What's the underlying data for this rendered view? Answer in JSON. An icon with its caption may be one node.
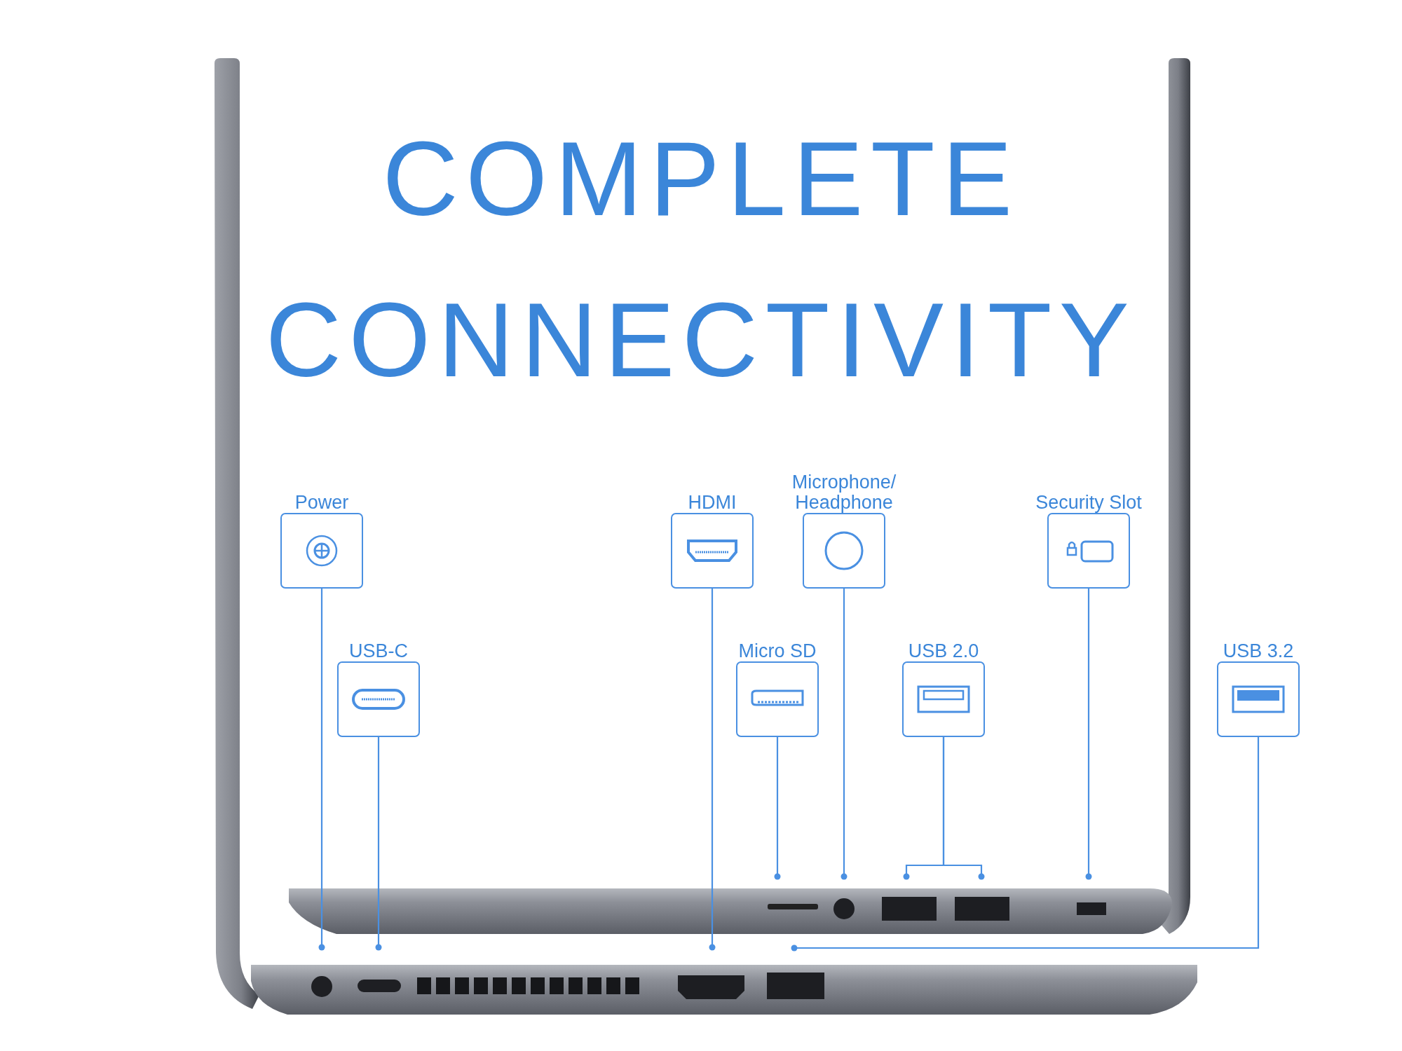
{
  "diagram": {
    "title": "COMPLETE CONNECTIVITY",
    "nodes": [
      {
        "text": [
          "Power"
        ]
      },
      {
        "text": [
          "HDMI"
        ]
      },
      {
        "text": [
          "Microphone/ Headphone"
        ]
      },
      {
        "text": [
          "Security Slot"
        ]
      },
      {
        "text": [
          "USB-C"
        ]
      },
      {
        "text": [
          "Micro SD"
        ]
      },
      {
        "text": [
          "USB 2.0"
        ]
      },
      {
        "text": [
          "USB 3.2"
        ]
      }
    ],
    "edges": [
      {
        "from": 0,
        "to": null,
        "arrow": "other"
      },
      {
        "from": 1,
        "to": null,
        "arrow": "other"
      },
      {
        "from": 2,
        "to": null,
        "arrow": "other"
      },
      {
        "from": 3,
        "to": null,
        "arrow": "other"
      },
      {
        "from": 4,
        "to": null,
        "arrow": "other"
      },
      {
        "from": 5,
        "to": null,
        "arrow": "other"
      },
      {
        "from": 6,
        "to": null,
        "arrow": "other"
      },
      {
        "from": 6,
        "to": null,
        "arrow": "other"
      },
      {
        "from": 7,
        "to": null,
        "arrow": "other"
      }
    ]
  }
}
